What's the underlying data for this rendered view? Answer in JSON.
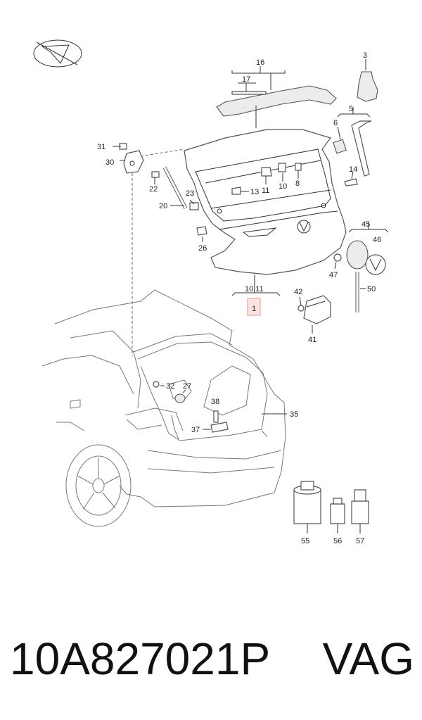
{
  "diagram": {
    "callouts": {
      "c1": "1",
      "c3": "3",
      "c5": "5",
      "c6": "6",
      "c8": "8",
      "c10": "10",
      "c10_11": "10,11",
      "c11": "11",
      "c13": "13",
      "c14": "14",
      "c16": "16",
      "c17": "17",
      "c20": "20",
      "c22": "22",
      "c23": "23",
      "c26": "26",
      "c27": "27",
      "c30": "30",
      "c31": "31",
      "c32": "32",
      "c35": "35",
      "c37": "37",
      "c38": "38",
      "c41": "41",
      "c42": "42",
      "c45": "45",
      "c46": "46",
      "c47": "47",
      "c50": "50",
      "c55": "55",
      "c56": "56",
      "c57": "57"
    },
    "highlighted_callout": "1",
    "highlight_color": "#fbe3e3"
  },
  "part_number": {
    "code": "10A827021P",
    "brand": "VAG"
  },
  "logo": {
    "icon": "vw-style-plane-logo-icon"
  }
}
